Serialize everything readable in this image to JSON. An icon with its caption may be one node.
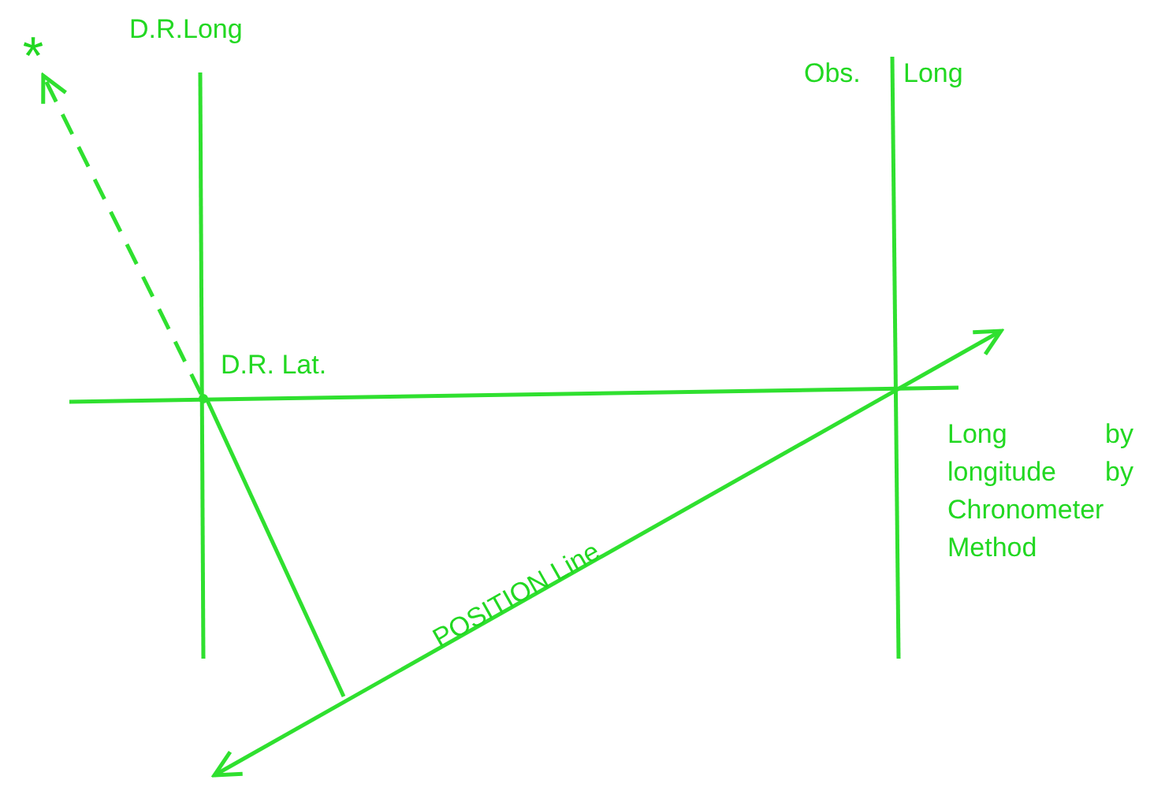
{
  "diagram": {
    "nodes": [
      {
        "text": [
          "*"
        ]
      },
      {
        "text": [],
        "shape": "point"
      }
    ],
    "edges": [
      {
        "from": 1,
        "to": 0,
        "arrow": "to",
        "style": "dashed"
      }
    ],
    "labels": [
      "D.R.Long",
      "Obs.",
      "Long",
      "D.R. Lat.",
      "Long by longitude by Chronometer Method",
      "POSITION Line"
    ]
  }
}
